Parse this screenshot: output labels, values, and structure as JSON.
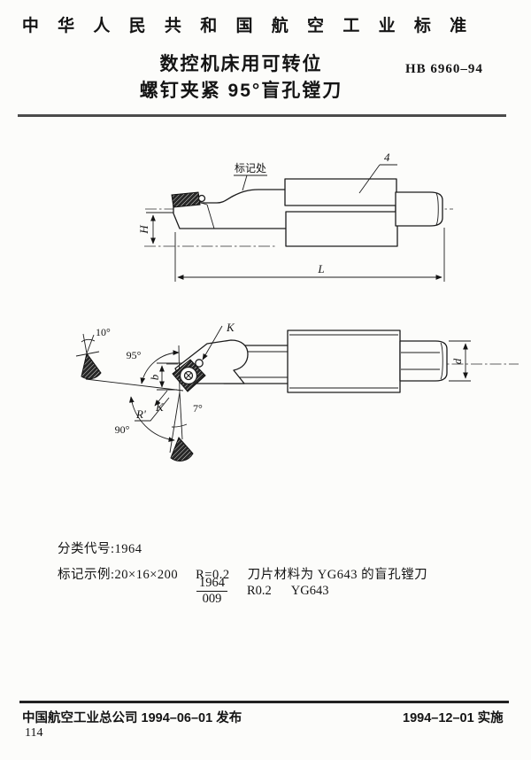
{
  "header": {
    "country_standard": "中 华 人 民 共 和 国 航 空 工 业 标 准",
    "title_line1": "数控机床用可转位",
    "title_line2": "螺钉夹紧 95°盲孔镗刀",
    "standard_no": "HB 6960–94"
  },
  "side_view": {
    "marking_label": "标记处",
    "part_number": "4",
    "dim_height": "H",
    "dim_length": "L"
  },
  "front_view": {
    "angle_clearance": "10°",
    "angle_lead": "95°",
    "view_arrow_top": "K",
    "dim_insert_width": "b",
    "nose_radius_label": "R'",
    "view_arrow_bottom": "K",
    "angle_minor": "7°",
    "angle_corner": "90°",
    "dim_diameter": "d"
  },
  "specs": {
    "class_code_line": "分类代号:1964",
    "example_prefix": "标记示例:20×16×200",
    "example_radius": "R=0.2",
    "example_description": "刀片材料为 YG643 的盲孔镗刀",
    "designation_numerator": "1964",
    "designation_denominator": "009",
    "designation_radius": "R0.2",
    "designation_material": "YG643"
  },
  "footer": {
    "publisher_release": "中国航空工业总公司 1994–06–01 发布",
    "implementation_date": "1994–12–01 实施",
    "page_number": "114"
  }
}
